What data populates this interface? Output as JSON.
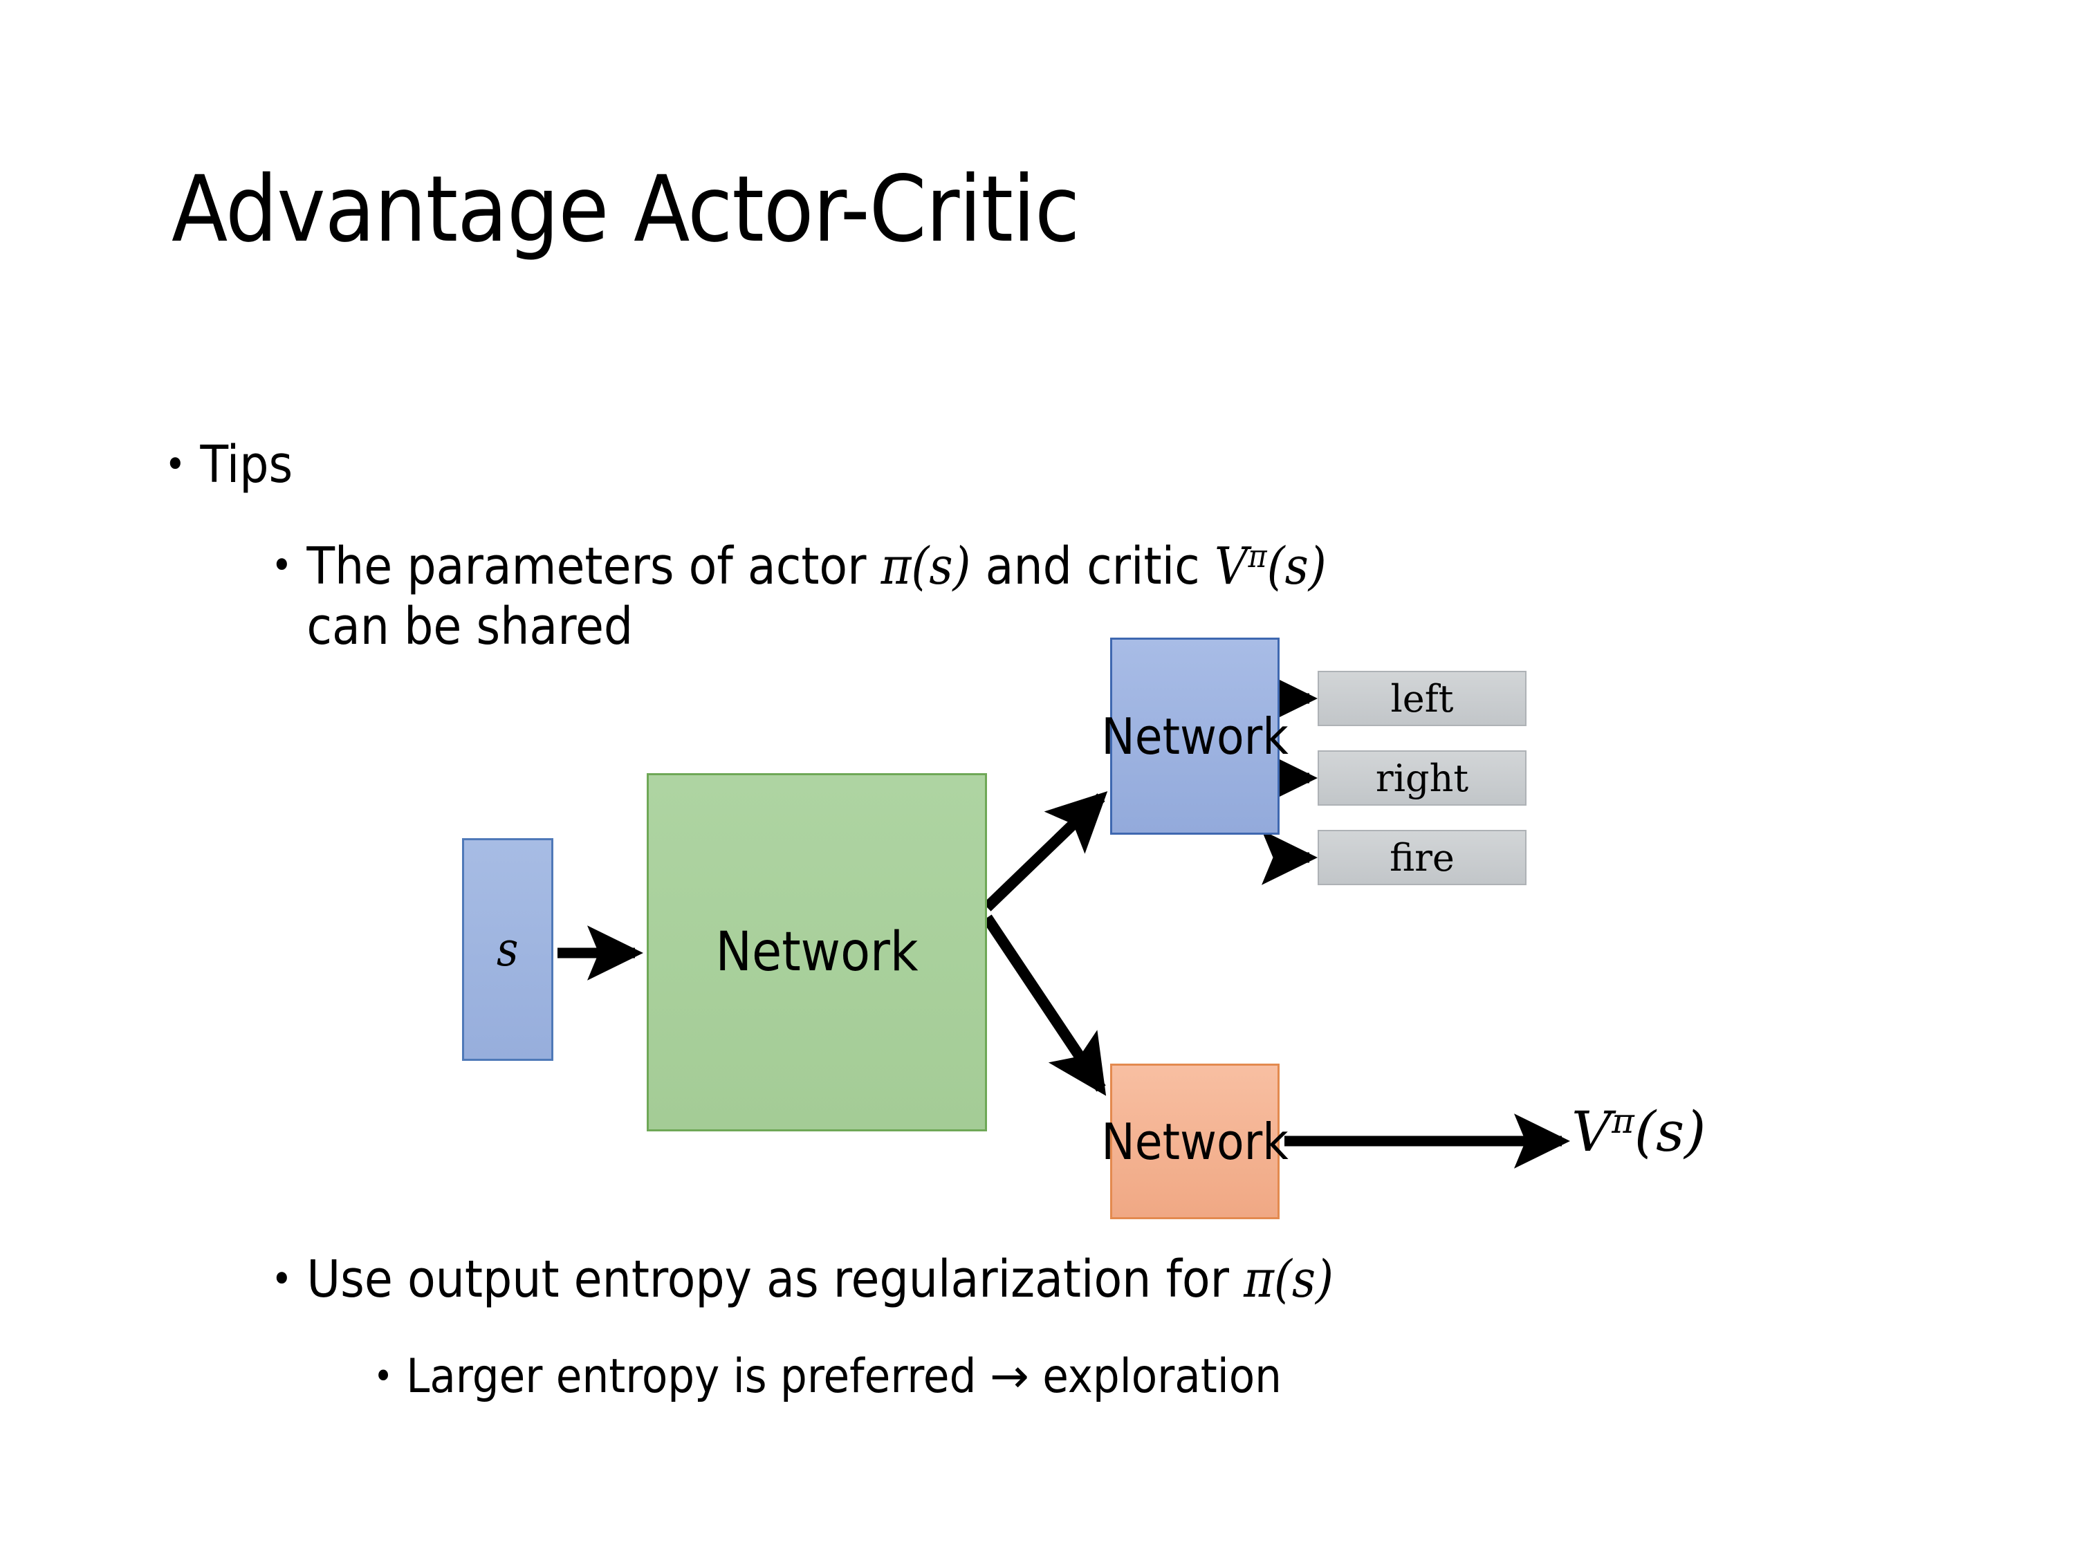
{
  "slide": {
    "title": "Advantage Actor-Critic",
    "background_color": "#FFFFFF"
  },
  "bullets": {
    "tips": {
      "marker": "•",
      "text": "Tips",
      "level": 1
    },
    "shared_params": {
      "marker": "•",
      "level": 2,
      "text_part1": "The parameters of actor ",
      "math_pi_s": "π(s)",
      "text_part2": "  and critic ",
      "math_v_pi_s": "Vπ(s)",
      "math_v_base": "V",
      "math_v_sup": "π",
      "math_v_arg": "(s)",
      "text_part3": "can be shared"
    },
    "entropy": {
      "marker": "•",
      "level": 2,
      "text_part1": "Use output entropy as regularization for ",
      "math_pi_s": "π(s)"
    },
    "larger_entropy": {
      "marker": "•",
      "level": 3,
      "text_part1": "Larger entropy is preferred ",
      "arrow": "→",
      "text_part2": " exploration"
    }
  },
  "diagram": {
    "nodes": {
      "state": {
        "label": "s",
        "fill": "#9DB2DE",
        "border": "#4F79B8"
      },
      "shared_network": {
        "label": "Network",
        "fill": "#A9D09C",
        "border": "#6FA857"
      },
      "actor_network": {
        "label": "Network",
        "fill": "#9BB0DF",
        "border": "#3F68B0"
      },
      "critic_network": {
        "label": "Network",
        "fill": "#F4B294",
        "border": "#E38A4F"
      }
    },
    "action_outputs": [
      {
        "label": "left",
        "fill": "#C9CCCE"
      },
      {
        "label": "right",
        "fill": "#C9CCCE"
      },
      {
        "label": "fire",
        "fill": "#C9CCCE"
      }
    ],
    "value_output": {
      "label": "Vπ(s)",
      "base": "V",
      "superscript": "π",
      "argument": "(s)"
    },
    "edges": [
      {
        "from": "state",
        "to": "shared_network",
        "style": "straight-arrow"
      },
      {
        "from": "shared_network",
        "to": "actor_network",
        "style": "diagonal-arrow-up"
      },
      {
        "from": "shared_network",
        "to": "critic_network",
        "style": "diagonal-arrow-down"
      },
      {
        "from": "actor_network",
        "to": "left",
        "style": "straight-arrow"
      },
      {
        "from": "actor_network",
        "to": "right",
        "style": "straight-arrow"
      },
      {
        "from": "actor_network",
        "to": "fire",
        "style": "straight-arrow"
      },
      {
        "from": "critic_network",
        "to": "value_output",
        "style": "straight-arrow"
      }
    ],
    "arrow_color": "#000000"
  }
}
